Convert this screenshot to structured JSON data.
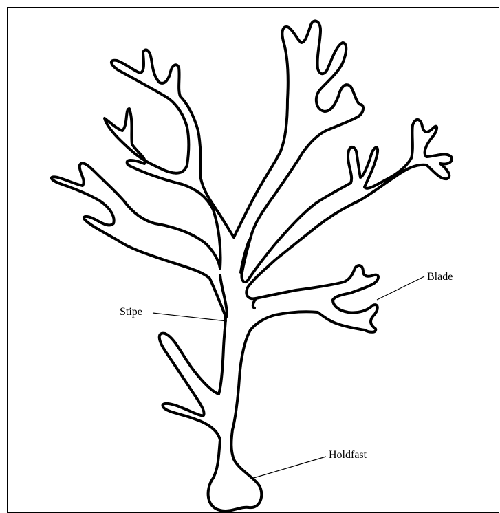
{
  "labels": {
    "blade": "Blade",
    "stipe": "Stipe",
    "holdfast": "Holdfast"
  },
  "colors": {
    "outline": "#000000",
    "background": "#ffffff"
  }
}
